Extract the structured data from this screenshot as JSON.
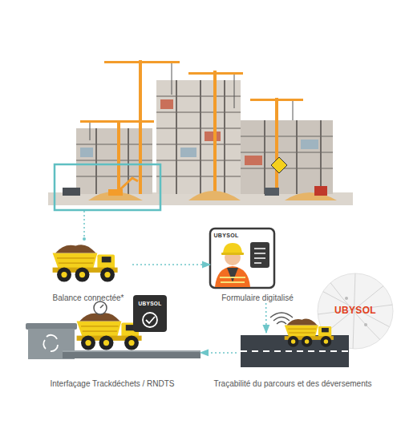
{
  "diagram": {
    "nodes": [
      {
        "text": [
          "Balance connectée*"
        ]
      },
      {
        "text": [
          "Formulaire digitalisé"
        ]
      },
      {
        "text": [
          "Interfaçage Trackdéchets / RNDTS"
        ]
      },
      {
        "text": [
          "Traçabilité du parcours et des déversements"
        ]
      }
    ],
    "edges": [
      {
        "from": 0,
        "to": 1,
        "arrow": "to"
      },
      {
        "from": 1,
        "to": 3,
        "arrow": "to"
      },
      {
        "from": 3,
        "to": 2,
        "arrow": "to"
      }
    ],
    "labels": [
      "UBYSOL",
      "UBYSOL",
      "UBYSOL"
    ]
  }
}
